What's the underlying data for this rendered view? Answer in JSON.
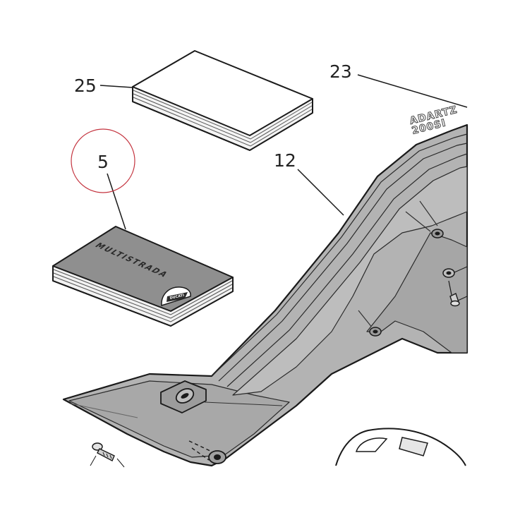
{
  "callouts": {
    "c25": "25",
    "c5": "5",
    "c12": "12",
    "c23": "23"
  },
  "decals": {
    "book_title": "MULTISTRADA",
    "book_badge": "DUCATI",
    "sticker_line1": "ADARTZ",
    "sticker_line2": "200SI"
  },
  "icons": {
    "highlight": "red-circle-highlight-icon",
    "screw": "screw-icon",
    "washer": "washer-icon"
  },
  "colors": {
    "highlight": "#c4343f",
    "part_fill": "#b4b4b4",
    "part_dark": "#9a9a9a",
    "outline": "#1a1a1a",
    "booklet_cover": "#8f8f8f"
  }
}
